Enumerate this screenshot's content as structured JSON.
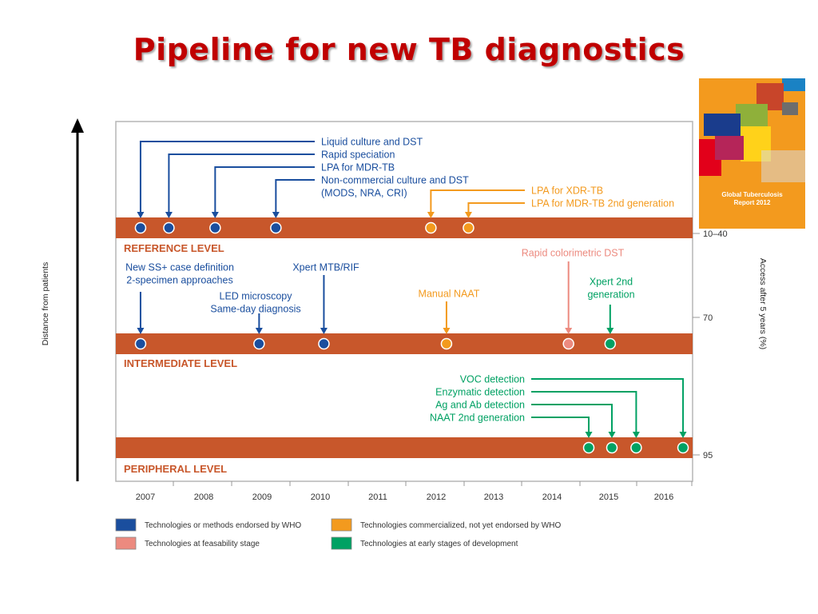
{
  "title": "Pipeline for new TB diagnostics",
  "colors": {
    "title": "#c00000",
    "band": "#c8572b",
    "who_endorsed": "#1a4e9e",
    "commercialized": "#f39a1e",
    "feasability": "#ec8a7f",
    "early_development": "#00a163"
  },
  "left_axis_label": "Distance from patients",
  "right_axis_label": "Access after 5 years (%)",
  "right_ticks": [
    "10–40",
    "70",
    "95"
  ],
  "years": [
    "2007",
    "2008",
    "2009",
    "2010",
    "2011",
    "2012",
    "2013",
    "2014",
    "2015",
    "2016"
  ],
  "levels": [
    {
      "label": "REFERENCE LEVEL"
    },
    {
      "label": "INTERMEDIATE LEVEL"
    },
    {
      "label": "PERIPHERAL LEVEL"
    }
  ],
  "technologies": [
    {
      "label": "Liquid culture and DST",
      "year": 2006.93,
      "level": 0,
      "stage": "who_endorsed"
    },
    {
      "label": "Rapid speciation",
      "year": 2007.42,
      "level": 0,
      "stage": "who_endorsed"
    },
    {
      "label": "LPA for MDR-TB",
      "year": 2008.22,
      "level": 0,
      "stage": "who_endorsed"
    },
    {
      "label": "Non-commercial culture and DST\n(MODS, NRA, CRI)",
      "year": 2009.27,
      "level": 0,
      "stage": "who_endorsed"
    },
    {
      "label": "LPA for XDR-TB",
      "year": 2011.95,
      "level": 0,
      "stage": "commercialized"
    },
    {
      "label": "LPA for MDR-TB 2nd generation",
      "year": 2012.6,
      "level": 0,
      "stage": "commercialized"
    },
    {
      "label": "New SS+ case definition\n2-specimen approaches",
      "year": 2006.93,
      "level": 1,
      "stage": "who_endorsed"
    },
    {
      "label": "LED microscopy\nSame-day diagnosis",
      "year": 2008.98,
      "level": 1,
      "stage": "who_endorsed"
    },
    {
      "label": "Xpert MTB/RIF",
      "year": 2010.1,
      "level": 1,
      "stage": "who_endorsed"
    },
    {
      "label": "Manual NAAT",
      "year": 2012.22,
      "level": 1,
      "stage": "commercialized"
    },
    {
      "label": "Rapid colorimetric DST",
      "year": 2014.33,
      "level": 1,
      "stage": "feasability"
    },
    {
      "label": "Xpert 2nd\ngeneration",
      "year": 2015.05,
      "level": 1,
      "stage": "early_development"
    },
    {
      "label": "VOC detection",
      "year": 2016.31,
      "level": 2,
      "stage": "early_development"
    },
    {
      "label": "Enzymatic detection",
      "year": 2015.5,
      "level": 2,
      "stage": "early_development"
    },
    {
      "label": "Ag and Ab detection",
      "year": 2015.08,
      "level": 2,
      "stage": "early_development"
    },
    {
      "label": "NAAT 2nd generation",
      "year": 2014.68,
      "level": 2,
      "stage": "early_development"
    }
  ],
  "legend": [
    {
      "label": "Technologies or methods endorsed  by WHO",
      "stage": "who_endorsed"
    },
    {
      "label": "Technologies commercialized, not yet endorsed by WHO",
      "stage": "commercialized"
    },
    {
      "label": "Technologies at feasability stage",
      "stage": "feasability"
    },
    {
      "label": "Technologies at early stages of development",
      "stage": "early_development"
    }
  ],
  "cover": {
    "title_line1": "Global Tuberculosis",
    "title_line2": "Report 2012"
  }
}
